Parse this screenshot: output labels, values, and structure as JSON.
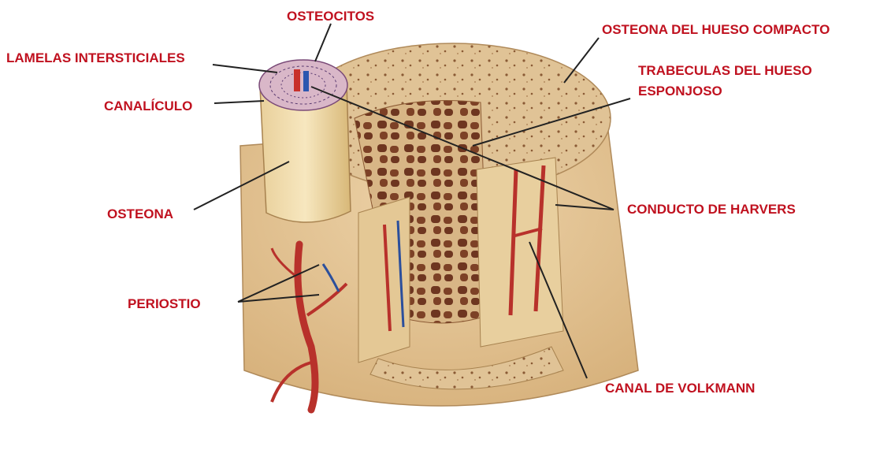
{
  "colors": {
    "label": "#c0111f",
    "arrow": "#222222",
    "bone": "#e2c79d",
    "bone_dark": "#c9a775",
    "vessel": "#b8312b",
    "vein": "#2b4f9c",
    "marrow": "#7a3b22"
  },
  "labels": {
    "osteocitos": "OSTEOCITOS",
    "lamelas": "LAMELAS INTERSTICIALES",
    "canaliculo": "CANALÍCULO",
    "osteona": "OSTEONA",
    "periostio": "PERIOSTIO",
    "osteona_compacto": "OSTEONA DEL HUESO COMPACTO",
    "trabeculas_line1": "TRABECULAS DEL HUESO",
    "trabeculas_line2": "ESPONJOSO",
    "conducto": "CONDUCTO DE HARVERS",
    "volkmann": "CANAL DE VOLKMANN"
  }
}
